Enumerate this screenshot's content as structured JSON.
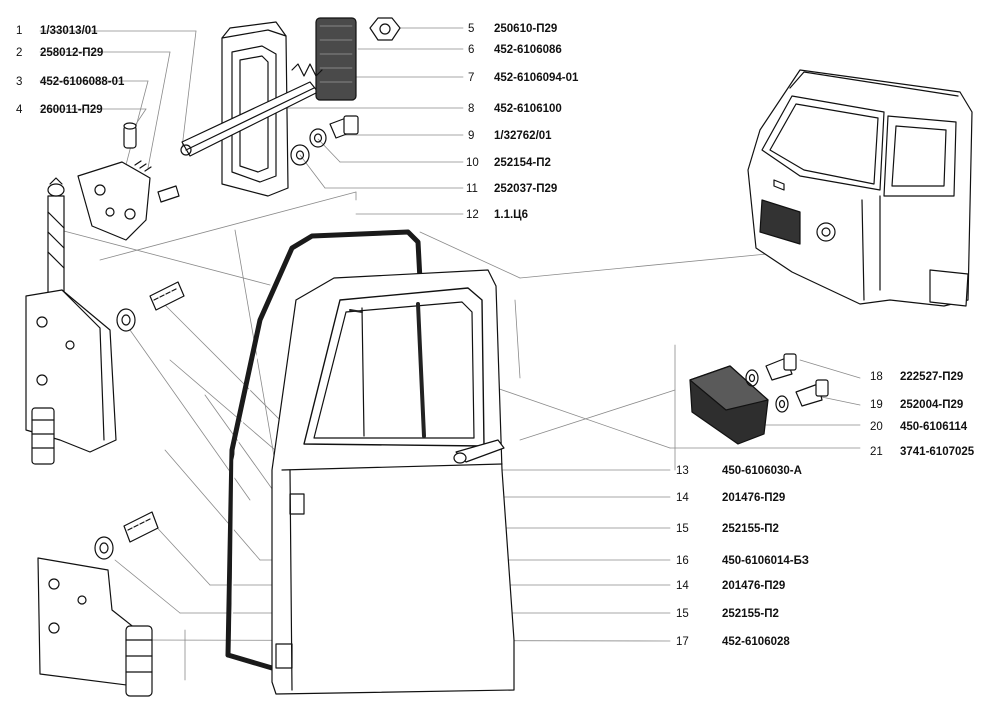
{
  "callouts": [
    {
      "num": "1",
      "part": "1/33013/01"
    },
    {
      "num": "2",
      "part": "258012-П29"
    },
    {
      "num": "3",
      "part": "452-6106088-01"
    },
    {
      "num": "4",
      "part": "260011-П29"
    },
    {
      "num": "5",
      "part": "250610-П29"
    },
    {
      "num": "6",
      "part": "452-6106086"
    },
    {
      "num": "7",
      "part": "452-6106094-01"
    },
    {
      "num": "8",
      "part": "452-6106100"
    },
    {
      "num": "9",
      "part": "1/32762/01"
    },
    {
      "num": "10",
      "part": "252154-П2"
    },
    {
      "num": "11",
      "part": "252037-П29"
    },
    {
      "num": "12",
      "part": "1.1.Ц6"
    },
    {
      "num": "13",
      "part": "450-6106030-А"
    },
    {
      "num": "14",
      "part": "201476-П29"
    },
    {
      "num": "15",
      "part": "252155-П2"
    },
    {
      "num": "16",
      "part": "450-6106014-БЗ"
    },
    {
      "num": "14",
      "part": "201476-П29"
    },
    {
      "num": "15",
      "part": "252155-П2"
    },
    {
      "num": "17",
      "part": "452-6106028"
    },
    {
      "num": "18",
      "part": "222527-П29"
    },
    {
      "num": "19",
      "part": "252004-П29"
    },
    {
      "num": "20",
      "part": "450-6106114"
    },
    {
      "num": "21",
      "part": "3741-6107025"
    }
  ],
  "colors": {
    "ink": "#111111",
    "gray": "#9a9a9a",
    "seal": "#1a1a1a"
  }
}
